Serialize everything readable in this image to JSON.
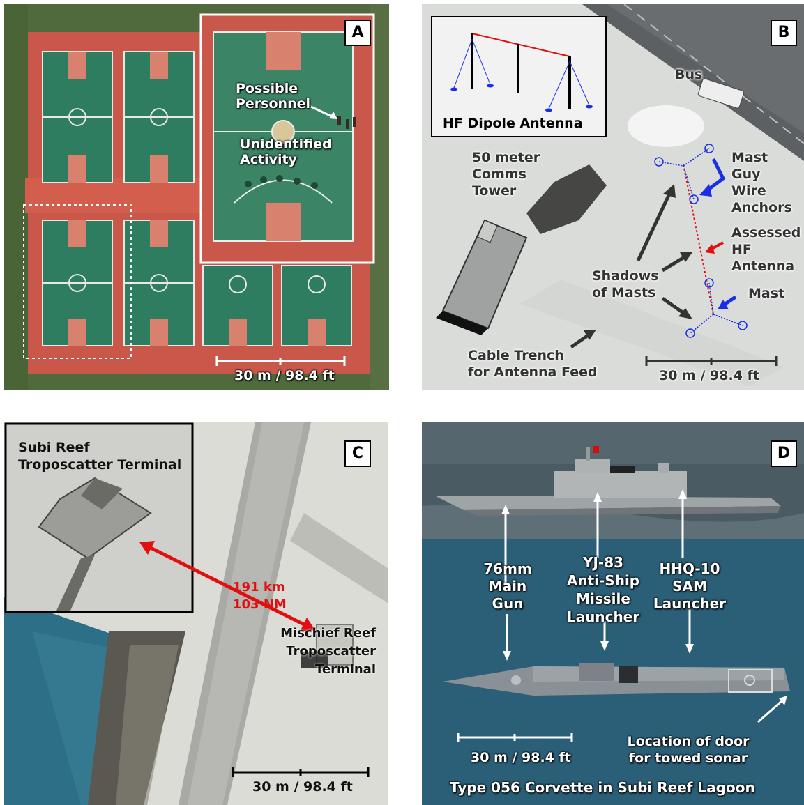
{
  "panels": {
    "a": {
      "letter": "A",
      "inset_label_1": "Possible Personnel",
      "inset_label_1a": "Possible",
      "inset_label_1b": "Personnel",
      "inset_label_2a": "Unidentified",
      "inset_label_2b": "Activity",
      "scale": "30 m / 98.4 ft"
    },
    "b": {
      "letter": "B",
      "inset_title": "HF Dipole Antenna",
      "bus": "Bus",
      "tower_a": "50 meter",
      "tower_b": "Comms",
      "tower_c": "Tower",
      "guy_a": "Mast",
      "guy_b": "Guy",
      "guy_c": "Wire",
      "guy_d": "Anchors",
      "hf_a": "Assessed",
      "hf_b": "HF",
      "hf_c": "Antenna",
      "shadows_a": "Shadows",
      "shadows_b": "of Masts",
      "mast": "Mast",
      "trench_a": "Cable Trench",
      "trench_b": "for Antenna Feed",
      "scale": "30 m / 98.4 ft"
    },
    "c": {
      "letter": "C",
      "subi_a": "Subi Reef",
      "subi_b": "Troposcatter Terminal",
      "dist_km": "191 km",
      "dist_nm": "103 NM",
      "mis_a": "Mischief Reef",
      "mis_b": "Troposcatter",
      "mis_c": "Terminal",
      "scale": "30 m / 98.4 ft"
    },
    "d": {
      "letter": "D",
      "gun_a": "76mm",
      "gun_b": "Main",
      "gun_c": "Gun",
      "yj_a": "YJ-83",
      "yj_b": "Anti-Ship",
      "yj_c": "Missile",
      "yj_d": "Launcher",
      "hhq_a": "HHQ-10",
      "hhq_b": "SAM",
      "hhq_c": "Launcher",
      "door_a": "Location of door",
      "door_b": "for towed sonar",
      "scale": "30 m / 98.4 ft",
      "caption": "Type 056 Corvette in Subi Reef Lagoon"
    }
  },
  "colors": {
    "court_red": "#c9584a",
    "court_green": "#2f7d60",
    "sea": "#2c6f86",
    "concrete": "#d9dcd8",
    "highlight_red": "#e01010",
    "arrow_blue": "#1a2ee8"
  }
}
